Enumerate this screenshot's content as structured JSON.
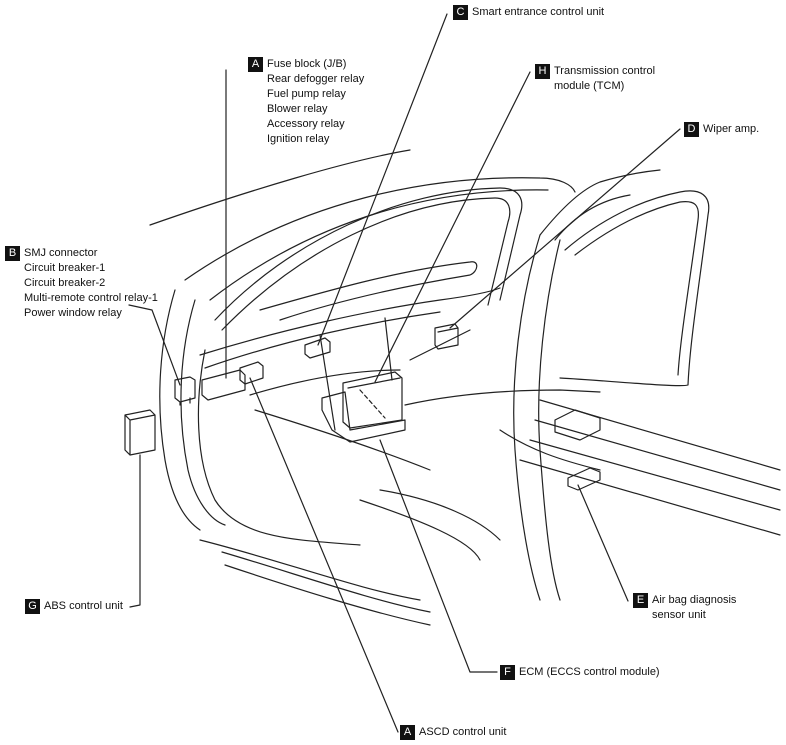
{
  "callouts": {
    "A_top": {
      "letter": "A",
      "lines": [
        "Fuse block (J/B)",
        "Rear defogger relay",
        "Fuel pump relay",
        "Blower  relay",
        "Accessory relay",
        "Ignition relay"
      ]
    },
    "B": {
      "letter": "B",
      "lines": [
        "SMJ connector",
        "Circuit breaker-1",
        "Circuit breaker-2",
        "Multi-remote control relay-1",
        "Power window relay"
      ]
    },
    "C": {
      "letter": "C",
      "lines": [
        "Smart entrance control unit"
      ]
    },
    "H": {
      "letter": "H",
      "lines": [
        "Transmission control",
        "module (TCM)"
      ]
    },
    "D": {
      "letter": "D",
      "lines": [
        "Wiper amp."
      ]
    },
    "G": {
      "letter": "G",
      "lines": [
        "ABS control unit"
      ]
    },
    "E": {
      "letter": "E",
      "lines": [
        "Air bag diagnosis",
        "sensor unit"
      ]
    },
    "F": {
      "letter": "F",
      "lines": [
        "ECM (ECCS control module)"
      ]
    },
    "A_bottom": {
      "letter": "A",
      "lines": [
        "ASCD control unit"
      ]
    }
  }
}
